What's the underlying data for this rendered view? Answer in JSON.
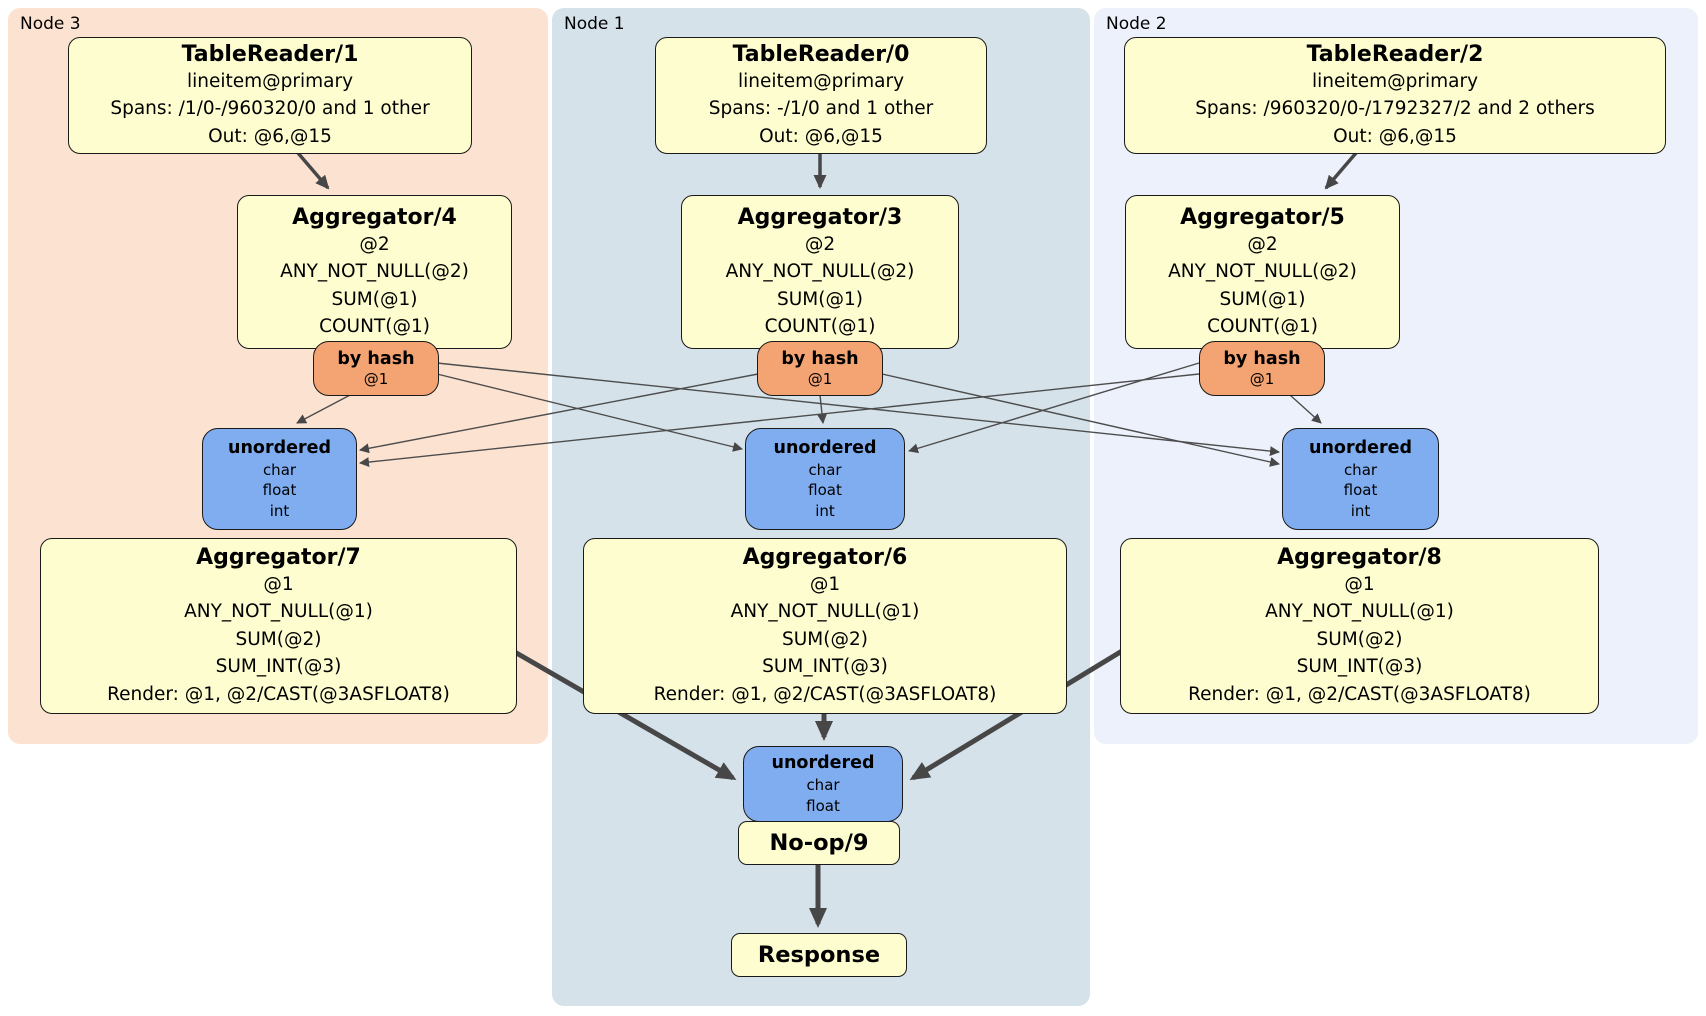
{
  "colors": {
    "node3_bg": "#fce2d1",
    "node1_bg": "#d5e2ea",
    "node2_bg": "#ecf1fb",
    "processor_fill": "#fdfdd0",
    "router_fill": "#f4a472",
    "sync_fill": "#7fadf0",
    "edge": "#474747"
  },
  "node3": {
    "label": "Node 3",
    "reader": {
      "title": "TableReader/1",
      "lines": [
        "lineitem@primary",
        "Spans: /1/0-/960320/0 and 1 other",
        "Out: @6,@15"
      ]
    },
    "agg_top": {
      "title": "Aggregator/4",
      "lines": [
        "@2",
        "ANY_NOT_NULL(@2)",
        "SUM(@1)",
        "COUNT(@1)"
      ]
    },
    "router": {
      "title": "by hash",
      "detail": "@1"
    },
    "sync": {
      "title": "unordered",
      "lines": [
        "char",
        "float",
        "int"
      ]
    },
    "agg_bottom": {
      "title": "Aggregator/7",
      "lines": [
        "@1",
        "ANY_NOT_NULL(@1)",
        "SUM(@2)",
        "SUM_INT(@3)",
        "Render: @1, @2/CAST(@3ASFLOAT8)"
      ]
    }
  },
  "node1": {
    "label": "Node 1",
    "reader": {
      "title": "TableReader/0",
      "lines": [
        "lineitem@primary",
        "Spans: -/1/0 and 1 other",
        "Out: @6,@15"
      ]
    },
    "agg_top": {
      "title": "Aggregator/3",
      "lines": [
        "@2",
        "ANY_NOT_NULL(@2)",
        "SUM(@1)",
        "COUNT(@1)"
      ]
    },
    "router": {
      "title": "by hash",
      "detail": "@1"
    },
    "sync": {
      "title": "unordered",
      "lines": [
        "char",
        "float",
        "int"
      ]
    },
    "agg_bottom": {
      "title": "Aggregator/6",
      "lines": [
        "@1",
        "ANY_NOT_NULL(@1)",
        "SUM(@2)",
        "SUM_INT(@3)",
        "Render: @1, @2/CAST(@3ASFLOAT8)"
      ]
    },
    "final_sync": {
      "title": "unordered",
      "lines": [
        "char",
        "float"
      ]
    },
    "noop": {
      "title": "No-op/9"
    },
    "response": {
      "title": "Response"
    }
  },
  "node2": {
    "label": "Node 2",
    "reader": {
      "title": "TableReader/2",
      "lines": [
        "lineitem@primary",
        "Spans: /960320/0-/1792327/2 and 2 others",
        "Out: @6,@15"
      ]
    },
    "agg_top": {
      "title": "Aggregator/5",
      "lines": [
        "@2",
        "ANY_NOT_NULL(@2)",
        "SUM(@1)",
        "COUNT(@1)"
      ]
    },
    "router": {
      "title": "by hash",
      "detail": "@1"
    },
    "sync": {
      "title": "unordered",
      "lines": [
        "char",
        "float",
        "int"
      ]
    },
    "agg_bottom": {
      "title": "Aggregator/8",
      "lines": [
        "@1",
        "ANY_NOT_NULL(@1)",
        "SUM(@2)",
        "SUM_INT(@3)",
        "Render: @1, @2/CAST(@3ASFLOAT8)"
      ]
    }
  }
}
